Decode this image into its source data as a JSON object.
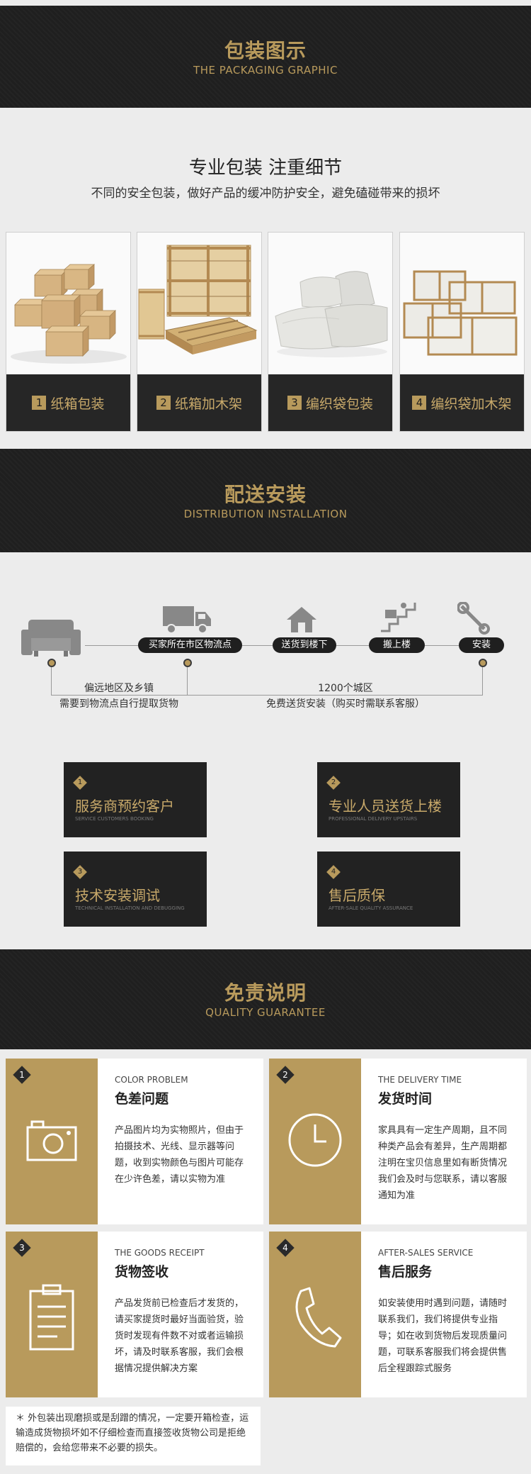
{
  "packaging": {
    "header_cn": "包装图示",
    "header_en": "THE PACKAGING GRAPHIC",
    "title": "专业包装  注重细节",
    "subtitle": "不同的安全包装，做好产品的缓冲防护安全，避免磕碰带来的损坏",
    "items": [
      {
        "num": "1",
        "label": "纸箱包装"
      },
      {
        "num": "2",
        "label": "纸箱加木架"
      },
      {
        "num": "3",
        "label": "编织袋包装"
      },
      {
        "num": "4",
        "label": "编织袋加木架"
      }
    ]
  },
  "distribution": {
    "header_cn": "配送安装",
    "header_en": "DISTRIBUTION INSTALLATION",
    "steps": [
      "买家所在市区物流点",
      "送货到楼下",
      "搬上楼",
      "安装"
    ],
    "left_line1": "偏远地区及乡镇",
    "left_line2": "需要到物流点自行提取货物",
    "right_line1": "1200个城区",
    "right_line2": "免费送货安装（购买时需联系客服）",
    "services": [
      {
        "num": "1",
        "cn": "服务商预约客户",
        "en": "SERVICE CUSTOMERS BOOKING"
      },
      {
        "num": "2",
        "cn": "专业人员送货上楼",
        "en": "PROFESSIONAL DELIVERY UPSTAIRS"
      },
      {
        "num": "3",
        "cn": "技术安装调试",
        "en": "TECHNICAL INSTALLATION AND DEBUGGING"
      },
      {
        "num": "4",
        "cn": "售后质保",
        "en": "AFTER-SALE QUALITY ASSURANCE"
      }
    ]
  },
  "quality": {
    "header_cn": "免责说明",
    "header_en": "QUALITY GUARANTEE",
    "cards": [
      {
        "num": "1",
        "en": "COLOR PROBLEM",
        "cn": "色差问题",
        "body": "产品图片均为实物照片，但由于拍摄技术、光线、显示器等问题，收到实物颜色与图片可能存在少许色差，请以实物为准",
        "icon": "camera-icon"
      },
      {
        "num": "2",
        "en": "THE DELIVERY TIME",
        "cn": "发货时间",
        "body": "家具具有一定生产周期，且不同种类产品会有差异，生产周期都注明在宝贝信息里如有断货情况我们会及时与您联系，请以客服通知为准",
        "icon": "clock-icon"
      },
      {
        "num": "3",
        "en": "THE GOODS RECEIPT",
        "cn": "货物签收",
        "body": "产品发货前已检查后才发货的，请买家提货时最好当面验货，验货时发现有件数不对或者运输损坏，请及时联系客服，我们会根据情况提供解决方案",
        "icon": "clipboard-icon"
      },
      {
        "num": "4",
        "en": "AFTER-SALES SERVICE",
        "cn": "售后服务",
        "body": "如安装使用时遇到问题，请随时联系我们，我们将提供专业指导；如在收到货物后发现质量问题，可联系客服我们将会提供售后全程跟踪式服务",
        "icon": "phone-icon"
      }
    ],
    "note": "＊ 外包装出现磨损或是刮蹭的情况，一定要开箱检查，运输造成货物损坏如不仔细检查而直接签收货物公司是拒绝赔偿的，会给您带来不必要的损失。"
  },
  "colors": {
    "gold": "#b89a5c",
    "dark": "#1f1f1f",
    "light_bg": "#ececec"
  }
}
